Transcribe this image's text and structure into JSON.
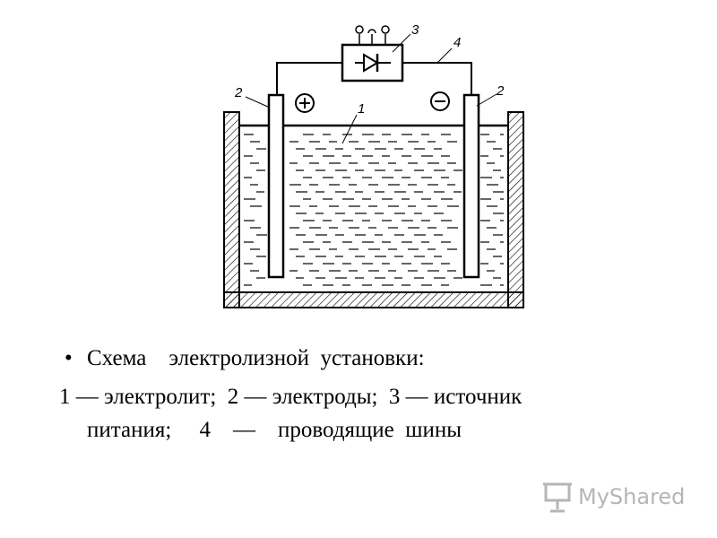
{
  "diagram": {
    "label_electrolyte": "1",
    "label_electrode_left": "2",
    "label_electrode_right": "2",
    "label_power_source": "3",
    "label_busbar": "4",
    "plus_sign": "+",
    "minus_sign": "−"
  },
  "caption": {
    "bullet": "•",
    "line1": "Схема    электролизной  установки:",
    "line2": "1 — электролит;  2 — электроды;  3 — источник",
    "line3": "питания;     4    —    проводящие  шины"
  },
  "watermark": {
    "text": "MyShared"
  },
  "colors": {
    "ink": "#000000",
    "watermark": "#7a7a7a"
  }
}
